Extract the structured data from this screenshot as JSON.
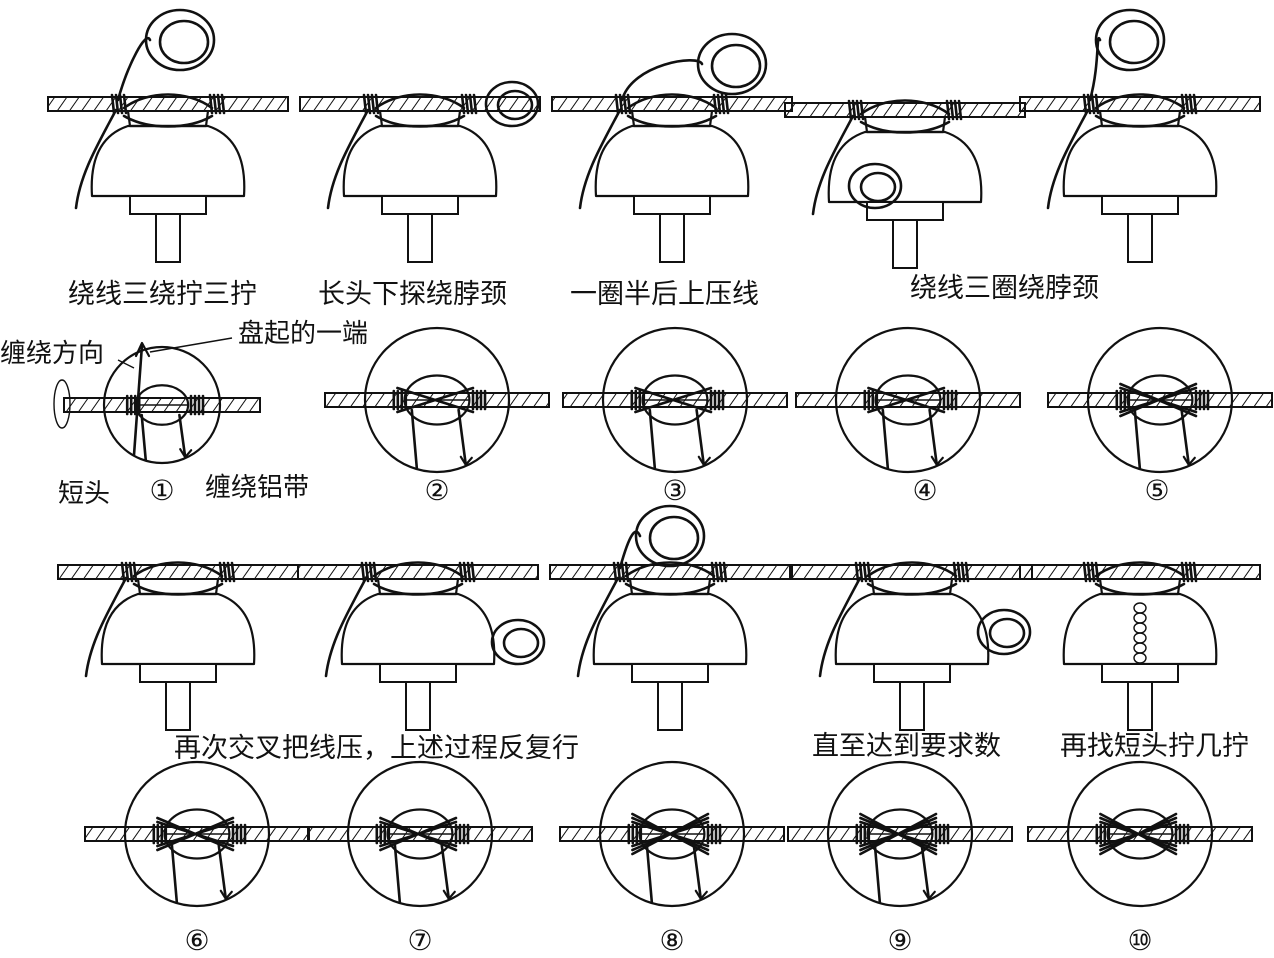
{
  "captions_row1": [
    "绕线三绕拧三拧",
    "长头下探绕脖颈",
    "一圈半后上压线",
    "绕线三圈绕脖颈"
  ],
  "labels": {
    "direction": "缠绕方向",
    "coiled_end": "盘起的一端",
    "short_end": "短头",
    "aluminum_tape": "缠绕铝带"
  },
  "captions_row3": [
    "再次交叉把线压，上述过程反复行",
    "直至达到要求数",
    "再找短头拧几拧"
  ],
  "step_numbers": [
    "①",
    "②",
    "③",
    "④",
    "⑤",
    "⑥",
    "⑦",
    "⑧",
    "⑨",
    "⑩"
  ]
}
